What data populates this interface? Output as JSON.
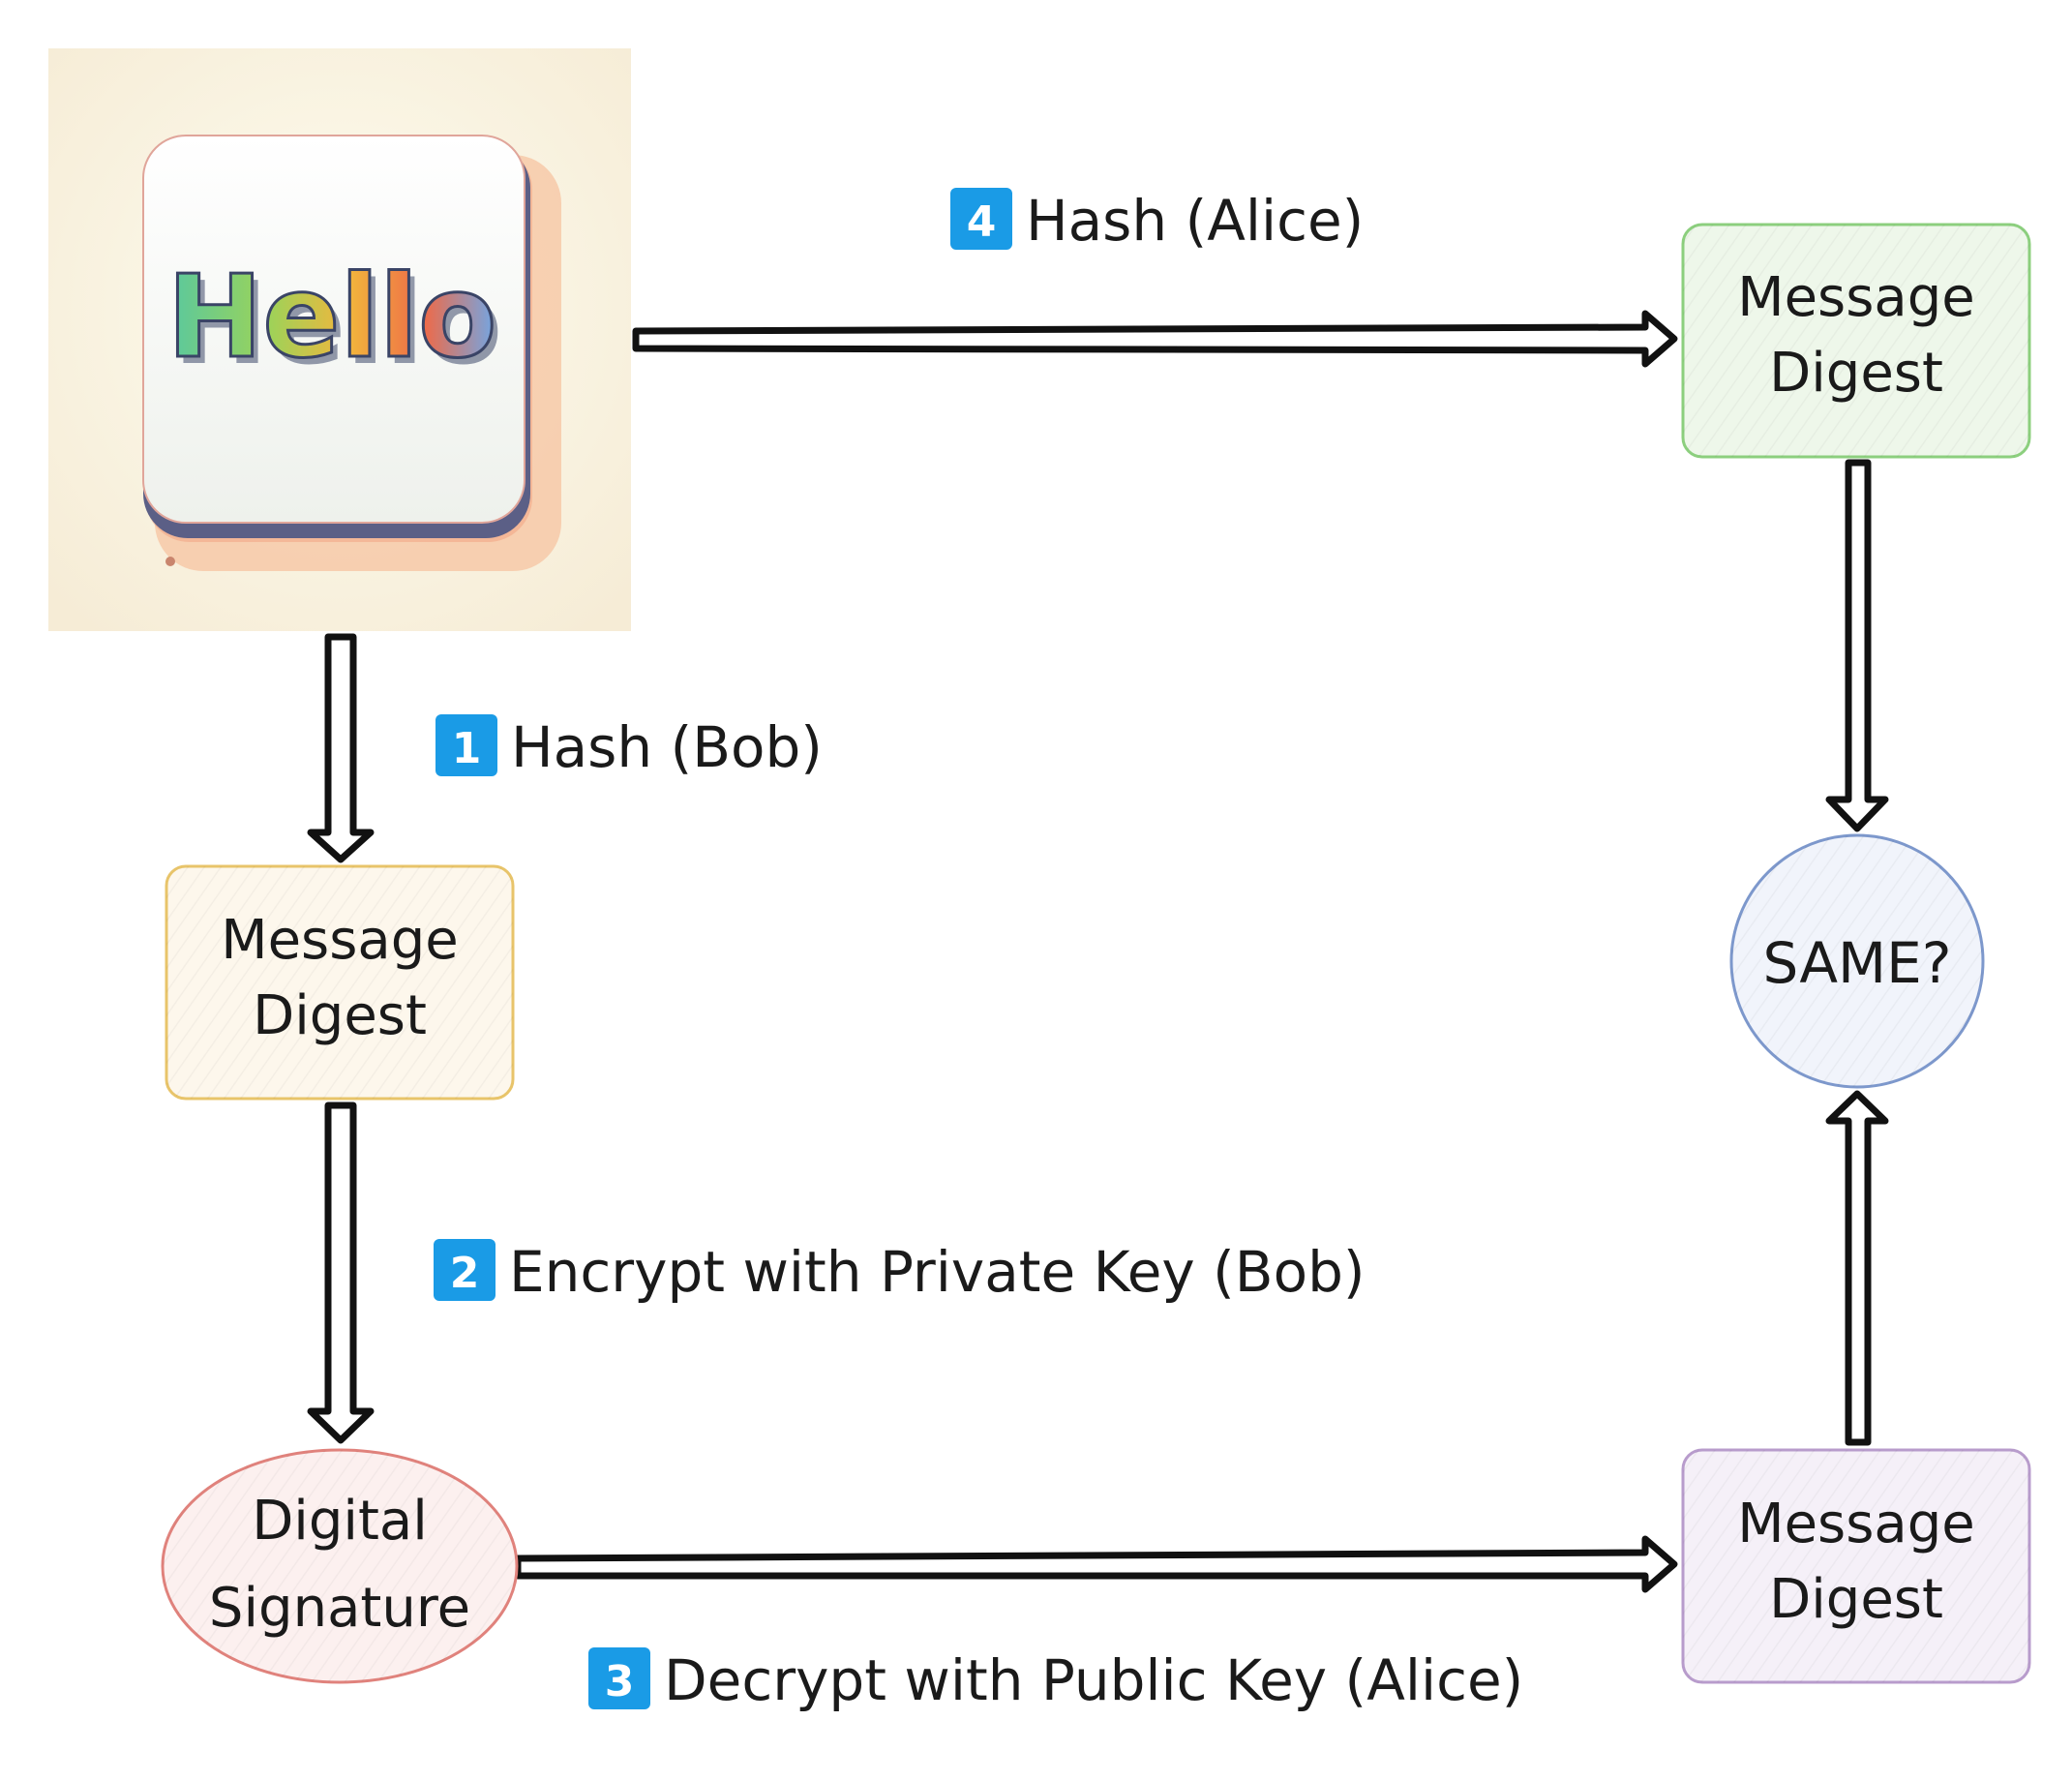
{
  "message_image": {
    "word": "Hello"
  },
  "nodes": {
    "digest_bob": {
      "line1": "Message",
      "line2": "Digest",
      "fill": "#fdf7ec",
      "stroke": "#e8c46a"
    },
    "digital_signature": {
      "line1": "Digital",
      "line2": "Signature",
      "fill": "#fcf0ef",
      "stroke": "#e0827c"
    },
    "digest_alice_hash": {
      "line1": "Message",
      "line2": "Digest",
      "fill": "#eef7ea",
      "stroke": "#8ccf7e"
    },
    "digest_alice_decrypt": {
      "line1": "Message",
      "line2": "Digest",
      "fill": "#f5f0f8",
      "stroke": "#b89ccc"
    },
    "same": {
      "label": "SAME?",
      "fill": "#f1f4fb",
      "stroke": "#7d98cc"
    }
  },
  "steps": [
    {
      "number": "1",
      "label": "Hash (Bob)"
    },
    {
      "number": "2",
      "label": "Encrypt with Private Key (Bob)"
    },
    {
      "number": "3",
      "label": "Decrypt with Public Key (Alice)"
    },
    {
      "number": "4",
      "label": "Hash (Alice)"
    }
  ],
  "colors": {
    "badge": "#1a9be6",
    "arrow": "#111111"
  }
}
